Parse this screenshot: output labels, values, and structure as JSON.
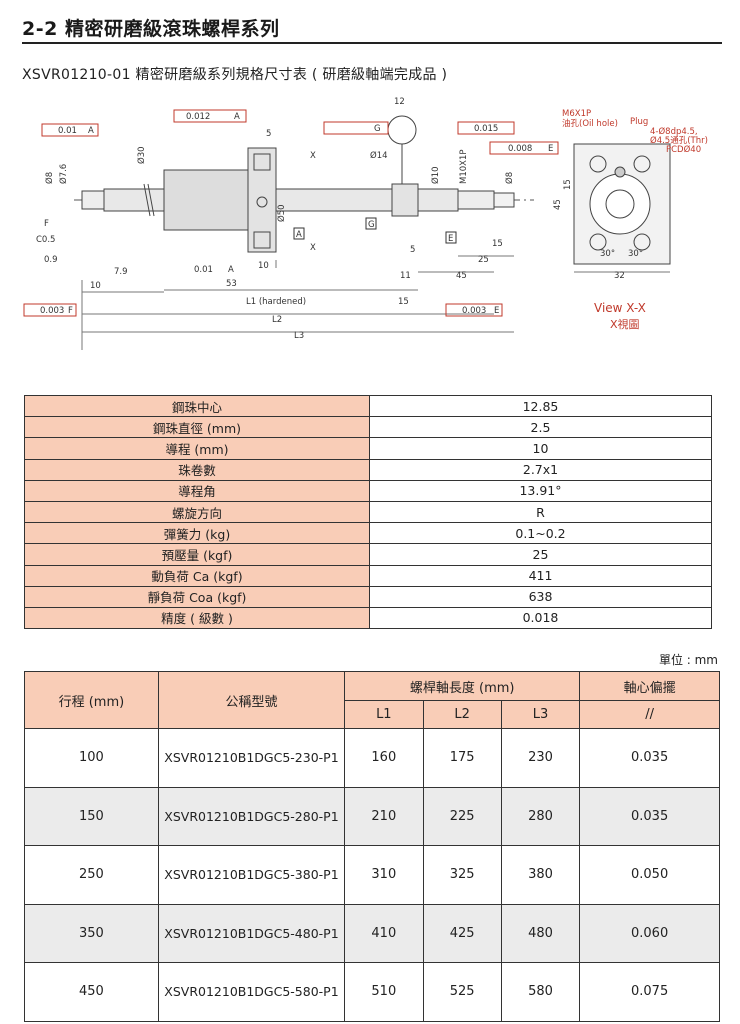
{
  "header": {
    "title": "2-2 精密研磨級滾珠螺桿系列",
    "subtitle": "XSVR01210-01 精密研磨級系列規格尺寸表 ( 研磨級軸端完成品 )"
  },
  "drawing": {
    "view_title": "View X-X",
    "view_subtitle": "X視圖",
    "labels": {
      "runout_a": "0.01",
      "ref_a": "A",
      "perp_012": "0.012",
      "flat_g": "G",
      "runout_0015": "0.015",
      "ref_a_sm": "A",
      "runout_0008": "0.008",
      "ref_e": "E",
      "m6_oil": "M6X1P",
      "oil_hole": "油孔(Oil hole)",
      "plug": "Plug",
      "holes": "4-Ø8dp4.5,",
      "thru": "Ø4.5通孔(Thr)",
      "pcd": "PCDØ40",
      "dim_12": "12",
      "dim_14": "Ø14",
      "dim_5a": "5",
      "dim_10": "10",
      "dim_53": "53",
      "dim_7_9": "7.9",
      "dim_10b": "10",
      "dim_c05": "C0.5",
      "dim_09": "0.9",
      "dim_f": "F",
      "dim_perp_001": "0.01",
      "dim_a2": "A",
      "dim_11": "11",
      "dim_45": "45",
      "dim_5b": "5",
      "dim_25": "25",
      "dim_15": "15",
      "dim_15b": "15",
      "dim_45v": "45",
      "dim_15v": "15",
      "dim_30a": "30°",
      "dim_30b": "30°",
      "dim_32": "32",
      "dim_l1": "L1 (hardened)",
      "dim_l2": "L2",
      "dim_l3": "L3",
      "perp_0003": "0.003",
      "ref_f": "F",
      "runout_0003e": "0.003",
      "ref_e2": "E",
      "d8": "Ø8",
      "d7_6": "Ø7.6",
      "d30": "Ø30",
      "d10": "Ø10",
      "m10": "M10X1P",
      "d8b": "Ø8",
      "d50": "Ø50",
      "sec_x1": "X",
      "sec_x2": "X",
      "datum_a_box": "A",
      "datum_g_box": "G",
      "datum_e_box": "E"
    }
  },
  "specs": [
    {
      "label": "鋼珠中心",
      "value": "12.85"
    },
    {
      "label": "鋼珠直徑 (mm)",
      "value": "2.5"
    },
    {
      "label": "導程 (mm)",
      "value": "10"
    },
    {
      "label": "珠卷數",
      "value": "2.7x1"
    },
    {
      "label": "導程角",
      "value": "13.91°"
    },
    {
      "label": "螺旋方向",
      "value": "R"
    },
    {
      "label": "彈簧力 (kg)",
      "value": "0.1~0.2"
    },
    {
      "label": "預壓量 (kgf)",
      "value": "25"
    },
    {
      "label": "動負荷 Ca (kgf)",
      "value": "411"
    },
    {
      "label": "靜負荷 Coa (kgf)",
      "value": "638"
    },
    {
      "label": "精度 ( 級數 )",
      "value": "0.018"
    }
  ],
  "unit_note": "單位 : mm",
  "stroke_table": {
    "headers": {
      "stroke": "行程 (mm)",
      "model": "公稱型號",
      "length_group": "螺桿軸長度 (mm)",
      "runout_group": "軸心偏擺",
      "l1": "L1",
      "l2": "L2",
      "l3": "L3",
      "runout_symbol": "//"
    },
    "rows": [
      {
        "stroke": "100",
        "model": "XSVR01210B1DGC5-230-P1",
        "l1": "160",
        "l2": "175",
        "l3": "230",
        "runout": "0.035"
      },
      {
        "stroke": "150",
        "model": "XSVR01210B1DGC5-280-P1",
        "l1": "210",
        "l2": "225",
        "l3": "280",
        "runout": "0.035"
      },
      {
        "stroke": "250",
        "model": "XSVR01210B1DGC5-380-P1",
        "l1": "310",
        "l2": "325",
        "l3": "380",
        "runout": "0.050"
      },
      {
        "stroke": "350",
        "model": "XSVR01210B1DGC5-480-P1",
        "l1": "410",
        "l2": "425",
        "l3": "480",
        "runout": "0.060"
      },
      {
        "stroke": "450",
        "model": "XSVR01210B1DGC5-580-P1",
        "l1": "510",
        "l2": "525",
        "l3": "580",
        "runout": "0.075"
      }
    ]
  },
  "colors": {
    "header_fill": "#f9cdb7",
    "alt_row": "#ebebeb",
    "accent": "#c0392b",
    "view_label": "#c0392b"
  }
}
